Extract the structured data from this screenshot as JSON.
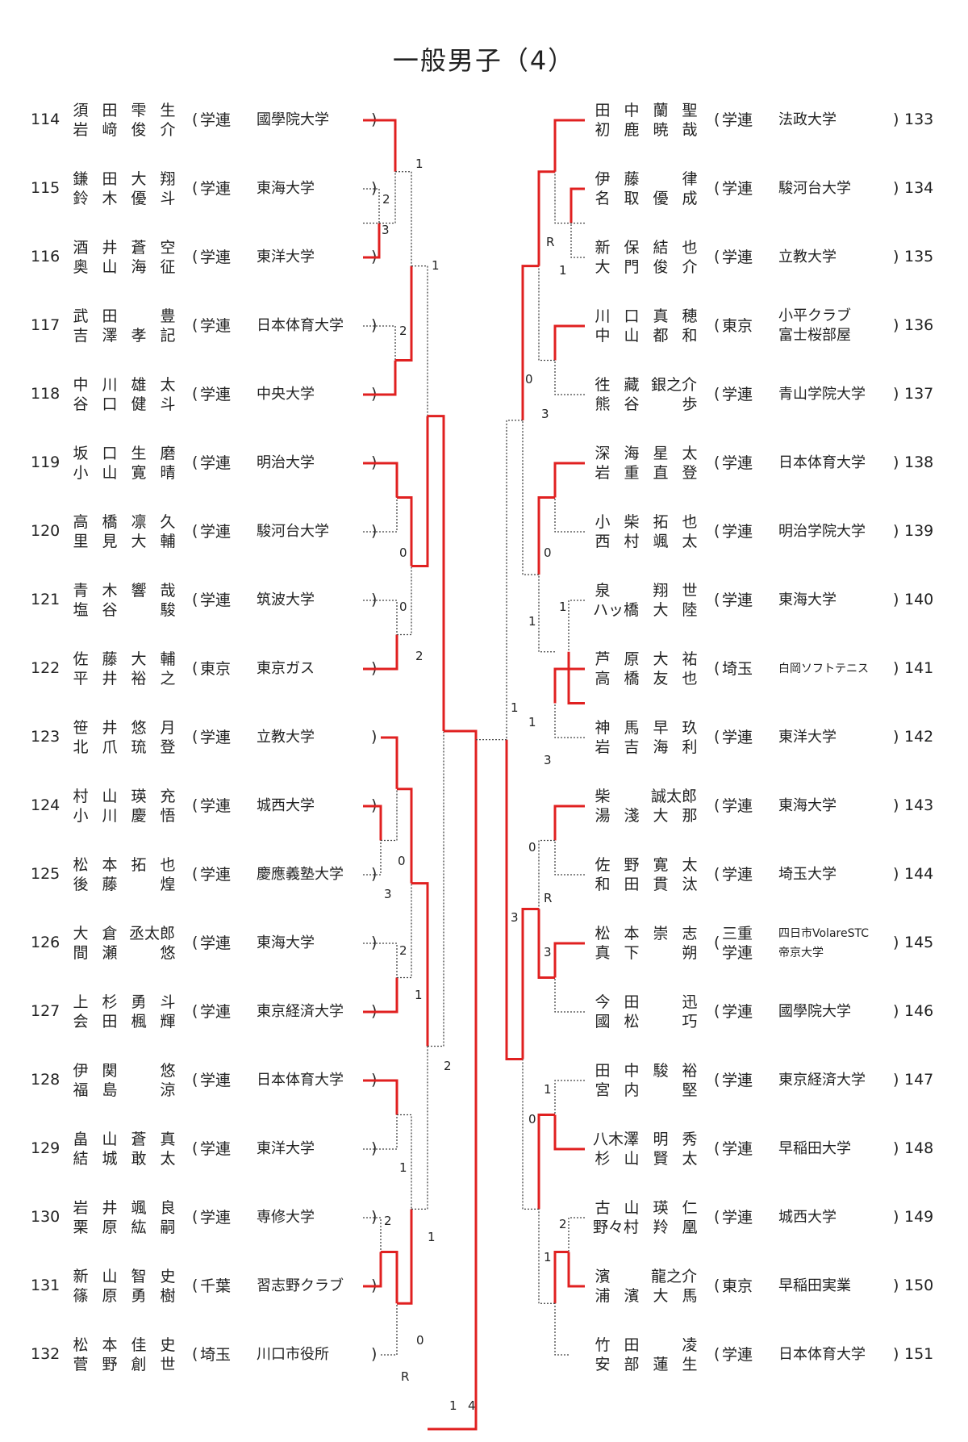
{
  "title": "一般男子（4）",
  "left": [
    {
      "no": "114",
      "p1": [
        "須",
        "田",
        "雫",
        "生"
      ],
      "p2": [
        "岩",
        "﨑",
        "俊",
        "介"
      ],
      "pref": [
        "学連"
      ],
      "team": [
        "國學院大学"
      ]
    },
    {
      "no": "115",
      "p1": [
        "鎌",
        "田",
        "大",
        "翔"
      ],
      "p2": [
        "鈴",
        "木",
        "優",
        "斗"
      ],
      "pref": [
        "学連"
      ],
      "team": [
        "東海大学"
      ]
    },
    {
      "no": "116",
      "p1": [
        "酒",
        "井",
        "蒼",
        "空"
      ],
      "p2": [
        "奥",
        "山",
        "海",
        "征"
      ],
      "pref": [
        "学連"
      ],
      "team": [
        "東洋大学"
      ]
    },
    {
      "no": "117",
      "p1": [
        "武",
        "田",
        "",
        "豊"
      ],
      "p2": [
        "吉",
        "澤",
        "孝",
        "記"
      ],
      "pref": [
        "学連"
      ],
      "team": [
        "日本体育大学"
      ]
    },
    {
      "no": "118",
      "p1": [
        "中",
        "川",
        "雄",
        "太"
      ],
      "p2": [
        "谷",
        "口",
        "健",
        "斗"
      ],
      "pref": [
        "学連"
      ],
      "team": [
        "中央大学"
      ]
    },
    {
      "no": "119",
      "p1": [
        "坂",
        "口",
        "生",
        "磨"
      ],
      "p2": [
        "小",
        "山",
        "寛",
        "晴"
      ],
      "pref": [
        "学連"
      ],
      "team": [
        "明治大学"
      ]
    },
    {
      "no": "120",
      "p1": [
        "高",
        "橋",
        "凛",
        "久"
      ],
      "p2": [
        "里",
        "見",
        "大",
        "輔"
      ],
      "pref": [
        "学連"
      ],
      "team": [
        "駿河台大学"
      ]
    },
    {
      "no": "121",
      "p1": [
        "青",
        "木",
        "響",
        "哉"
      ],
      "p2": [
        "塩",
        "谷",
        "",
        "駿"
      ],
      "pref": [
        "学連"
      ],
      "team": [
        "筑波大学"
      ]
    },
    {
      "no": "122",
      "p1": [
        "佐",
        "藤",
        "大",
        "輔"
      ],
      "p2": [
        "平",
        "井",
        "裕",
        "之"
      ],
      "pref": [
        "東京"
      ],
      "team": [
        "東京ガス"
      ]
    },
    {
      "no": "123",
      "p1": [
        "笹",
        "井",
        "悠",
        "月"
      ],
      "p2": [
        "北",
        "爪",
        "琉",
        "登"
      ],
      "pref": [
        "学連"
      ],
      "team": [
        "立教大学"
      ]
    },
    {
      "no": "124",
      "p1": [
        "村",
        "山",
        "瑛",
        "充"
      ],
      "p2": [
        "小",
        "川",
        "慶",
        "悟"
      ],
      "pref": [
        "学連"
      ],
      "team": [
        "城西大学"
      ]
    },
    {
      "no": "125",
      "p1": [
        "松",
        "本",
        "拓",
        "也"
      ],
      "p2": [
        "後",
        "藤",
        "",
        "煌"
      ],
      "pref": [
        "学連"
      ],
      "team": [
        "慶應義塾大学"
      ]
    },
    {
      "no": "126",
      "p1": [
        "大",
        "倉",
        "丞太郎",
        ""
      ],
      "p2": [
        "間",
        "瀬",
        "",
        "悠"
      ],
      "pref": [
        "学連"
      ],
      "team": [
        "東海大学"
      ]
    },
    {
      "no": "127",
      "p1": [
        "上",
        "杉",
        "勇",
        "斗"
      ],
      "p2": [
        "会",
        "田",
        "楓",
        "輝"
      ],
      "pref": [
        "学連"
      ],
      "team": [
        "東京経済大学"
      ]
    },
    {
      "no": "128",
      "p1": [
        "伊",
        "関",
        "",
        "悠"
      ],
      "p2": [
        "福",
        "島",
        "",
        "涼"
      ],
      "pref": [
        "学連"
      ],
      "team": [
        "日本体育大学"
      ]
    },
    {
      "no": "129",
      "p1": [
        "畠",
        "山",
        "蒼",
        "真"
      ],
      "p2": [
        "結",
        "城",
        "敢",
        "太"
      ],
      "pref": [
        "学連"
      ],
      "team": [
        "東洋大学"
      ]
    },
    {
      "no": "130",
      "p1": [
        "岩",
        "井",
        "颯",
        "良"
      ],
      "p2": [
        "栗",
        "原",
        "紘",
        "嗣"
      ],
      "pref": [
        "学連"
      ],
      "team": [
        "専修大学"
      ]
    },
    {
      "no": "131",
      "p1": [
        "新",
        "山",
        "智",
        "史"
      ],
      "p2": [
        "篠",
        "原",
        "勇",
        "樹"
      ],
      "pref": [
        "千葉"
      ],
      "team": [
        "習志野クラブ"
      ]
    },
    {
      "no": "132",
      "p1": [
        "松",
        "本",
        "佳",
        "史"
      ],
      "p2": [
        "菅",
        "野",
        "創",
        "世"
      ],
      "pref": [
        "埼玉"
      ],
      "team": [
        "川口市役所"
      ]
    }
  ],
  "right": [
    {
      "no": "133",
      "p1": [
        "田",
        "中",
        "蘭",
        "聖"
      ],
      "p2": [
        "初",
        "鹿",
        "暁",
        "哉"
      ],
      "pref": [
        "学連"
      ],
      "team": [
        "法政大学"
      ]
    },
    {
      "no": "134",
      "p1": [
        "伊",
        "藤",
        "",
        "律"
      ],
      "p2": [
        "名",
        "取",
        "優",
        "成"
      ],
      "pref": [
        "学連"
      ],
      "team": [
        "駿河台大学"
      ]
    },
    {
      "no": "135",
      "p1": [
        "新",
        "保",
        "結",
        "也"
      ],
      "p2": [
        "大",
        "門",
        "俊",
        "介"
      ],
      "pref": [
        "学連"
      ],
      "team": [
        "立教大学"
      ]
    },
    {
      "no": "136",
      "p1": [
        "川",
        "口",
        "真",
        "穂"
      ],
      "p2": [
        "中",
        "山",
        "都",
        "和"
      ],
      "pref": [
        "東京"
      ],
      "team": [
        "小平クラブ",
        "富士桜部屋"
      ]
    },
    {
      "no": "137",
      "p1": [
        "徃",
        "藏",
        "銀之介",
        ""
      ],
      "p2": [
        "熊",
        "谷",
        "",
        "歩"
      ],
      "pref": [
        "学連"
      ],
      "team": [
        "青山学院大学"
      ]
    },
    {
      "no": "138",
      "p1": [
        "深",
        "海",
        "星",
        "太"
      ],
      "p2": [
        "岩",
        "重",
        "直",
        "登"
      ],
      "pref": [
        "学連"
      ],
      "team": [
        "日本体育大学"
      ]
    },
    {
      "no": "139",
      "p1": [
        "小",
        "柴",
        "拓",
        "也"
      ],
      "p2": [
        "西",
        "村",
        "颯",
        "太"
      ],
      "pref": [
        "学連"
      ],
      "team": [
        "明治学院大学"
      ]
    },
    {
      "no": "140",
      "p1": [
        "泉",
        "",
        "翔",
        "世"
      ],
      "p2": [
        "ハッ橋",
        "",
        "大",
        "陸"
      ],
      "pref": [
        "学連"
      ],
      "team": [
        "東海大学"
      ]
    },
    {
      "no": "141",
      "p1": [
        "芦",
        "原",
        "大",
        "祐"
      ],
      "p2": [
        "高",
        "橋",
        "友",
        "也"
      ],
      "pref": [
        "埼玉"
      ],
      "team": [
        "白岡ソフトテニス"
      ]
    },
    {
      "no": "142",
      "p1": [
        "神",
        "馬",
        "早",
        "玖"
      ],
      "p2": [
        "岩",
        "吉",
        "海",
        "利"
      ],
      "pref": [
        "学連"
      ],
      "team": [
        "東洋大学"
      ]
    },
    {
      "no": "143",
      "p1": [
        "柴",
        "",
        "誠太郎",
        ""
      ],
      "p2": [
        "湯",
        "淺",
        "大",
        "那"
      ],
      "pref": [
        "学連"
      ],
      "team": [
        "東海大学"
      ]
    },
    {
      "no": "144",
      "p1": [
        "佐",
        "野",
        "寛",
        "太"
      ],
      "p2": [
        "和",
        "田",
        "貫",
        "汰"
      ],
      "pref": [
        "学連"
      ],
      "team": [
        "埼玉大学"
      ]
    },
    {
      "no": "145",
      "p1": [
        "松",
        "本",
        "崇",
        "志"
      ],
      "p2": [
        "真",
        "下",
        "",
        "朔"
      ],
      "pref": [
        "三重",
        "学連"
      ],
      "team": [
        "四日市VolareSTC",
        "帝京大学"
      ]
    },
    {
      "no": "146",
      "p1": [
        "今",
        "田",
        "",
        "迅"
      ],
      "p2": [
        "國",
        "松",
        "",
        "巧"
      ],
      "pref": [
        "学連"
      ],
      "team": [
        "國學院大学"
      ]
    },
    {
      "no": "147",
      "p1": [
        "田",
        "中",
        "駿",
        "裕"
      ],
      "p2": [
        "宮",
        "内",
        "",
        "堅"
      ],
      "pref": [
        "学連"
      ],
      "team": [
        "東京経済大学"
      ]
    },
    {
      "no": "148",
      "p1": [
        "八木澤",
        "",
        "明",
        "秀"
      ],
      "p2": [
        "杉",
        "山",
        "賢",
        "太"
      ],
      "pref": [
        "学連"
      ],
      "team": [
        "早稲田大学"
      ]
    },
    {
      "no": "149",
      "p1": [
        "古",
        "山",
        "瑛",
        "仁"
      ],
      "p2": [
        "野々村",
        "",
        "羚",
        "凰"
      ],
      "pref": [
        "学連"
      ],
      "team": [
        "城西大学"
      ]
    },
    {
      "no": "150",
      "p1": [
        "濱",
        "",
        "龍之介",
        ""
      ],
      "p2": [
        "浦",
        "濱",
        "大",
        "馬"
      ],
      "pref": [
        "東京"
      ],
      "team": [
        "早稲田実業"
      ]
    },
    {
      "no": "151",
      "p1": [
        "竹",
        "田",
        "",
        "凌"
      ],
      "p2": [
        "安",
        "部",
        "蓮",
        "生"
      ],
      "pref": [
        "学連"
      ],
      "team": [
        "日本体育大学"
      ]
    }
  ],
  "scores": [
    "3",
    "2",
    "1",
    "2",
    "1",
    "0",
    "0",
    "2",
    "0",
    "3",
    "2",
    "1",
    "2",
    "1",
    "2",
    "1",
    "0",
    "R",
    "1",
    "4",
    "1",
    "R",
    "3",
    "0",
    "0",
    "1",
    "1",
    "1",
    "3",
    "1",
    "0",
    "R",
    "3",
    "3",
    "1",
    "0",
    "2",
    "1"
  ],
  "colors": {
    "win": "#e02020",
    "line": "#444444"
  }
}
